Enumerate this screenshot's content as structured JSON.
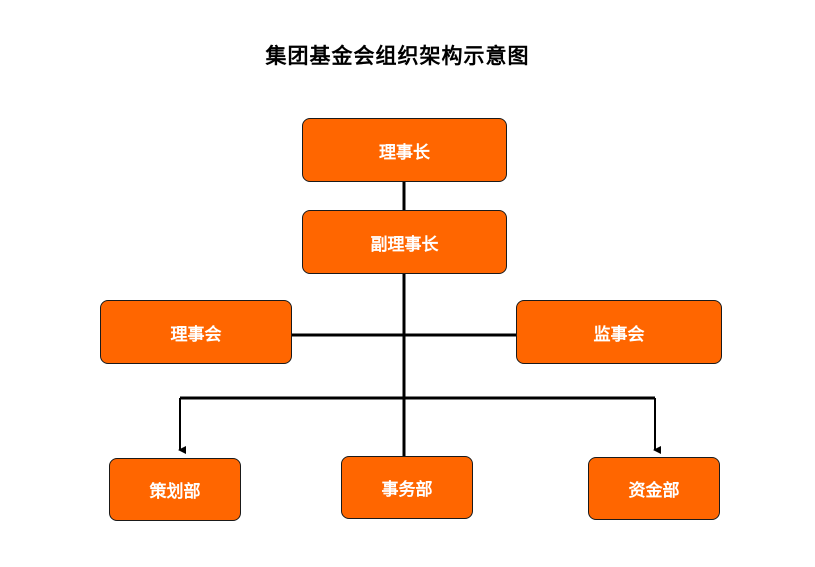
{
  "title": "集团基金会组织架构示意图",
  "nodes": {
    "chairman": "理事长",
    "vice_chairman": "副理事长",
    "council": "理事会",
    "supervisory_board": "监事会",
    "planning_dept": "策划部",
    "affairs_dept": "事务部",
    "finance_dept": "资金部"
  },
  "colors": {
    "box_fill": "#ff6600",
    "box_border": "#1a1a1a",
    "box_text": "#ffffff",
    "line": "#000000"
  }
}
